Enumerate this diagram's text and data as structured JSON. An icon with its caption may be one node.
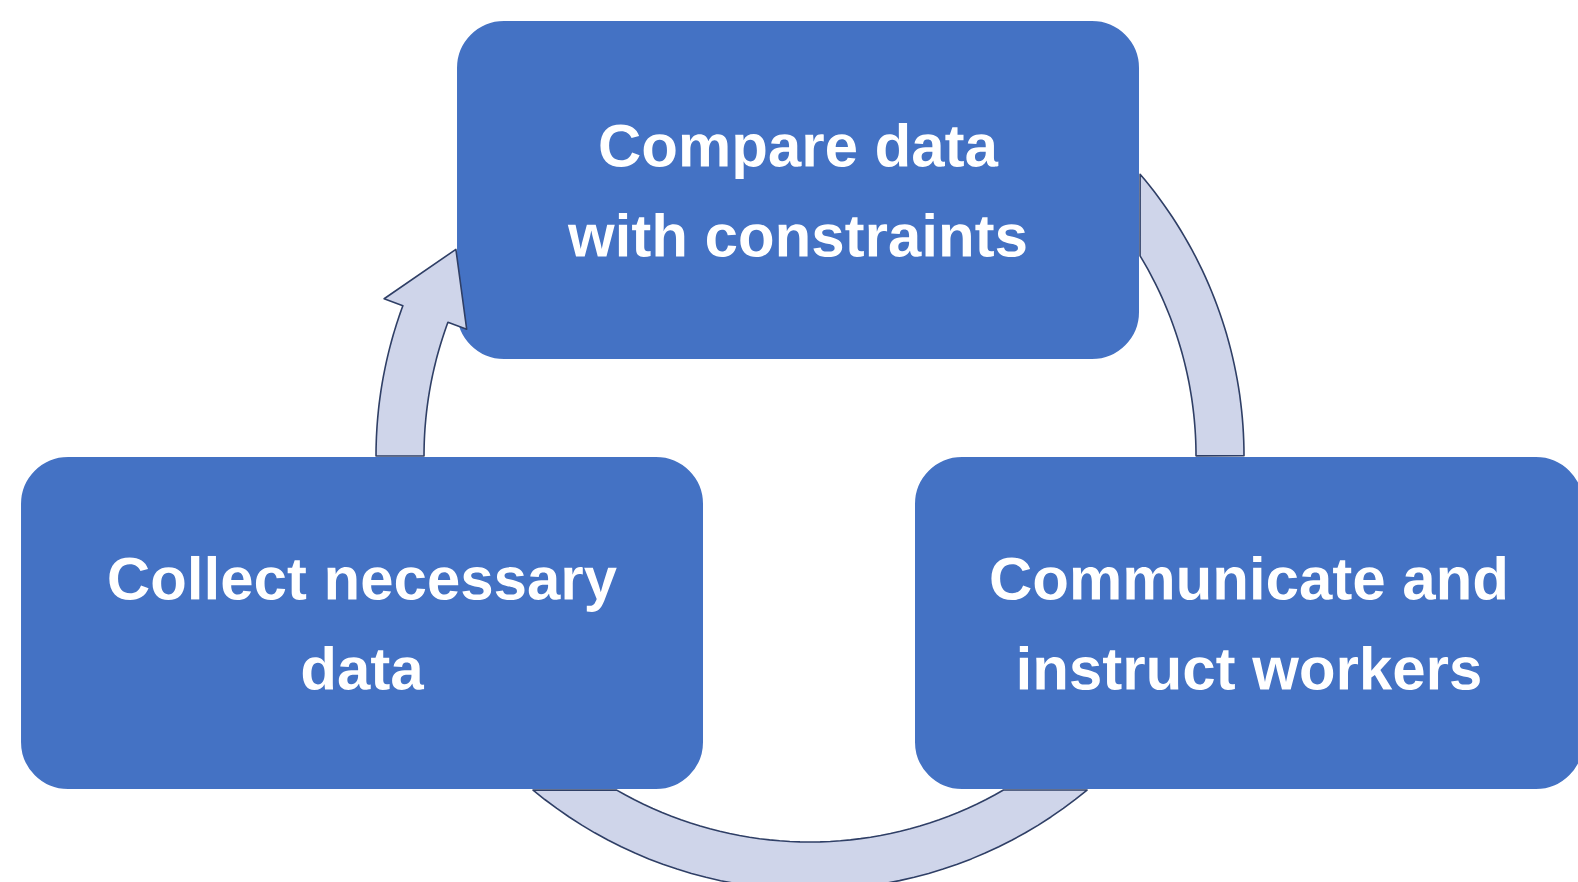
{
  "diagram": {
    "nodes": [
      {
        "text": [
          "Compare data with constraints"
        ]
      },
      {
        "text": [
          "Collect necessary data"
        ]
      },
      {
        "text": [
          "Communicate and instruct workers"
        ]
      }
    ],
    "edges": [
      {
        "from": 1,
        "to": 0,
        "arrow": "to"
      },
      {
        "from": 0,
        "to": 2,
        "arrow": "none"
      },
      {
        "from": 2,
        "to": 1,
        "arrow": "none"
      }
    ]
  }
}
